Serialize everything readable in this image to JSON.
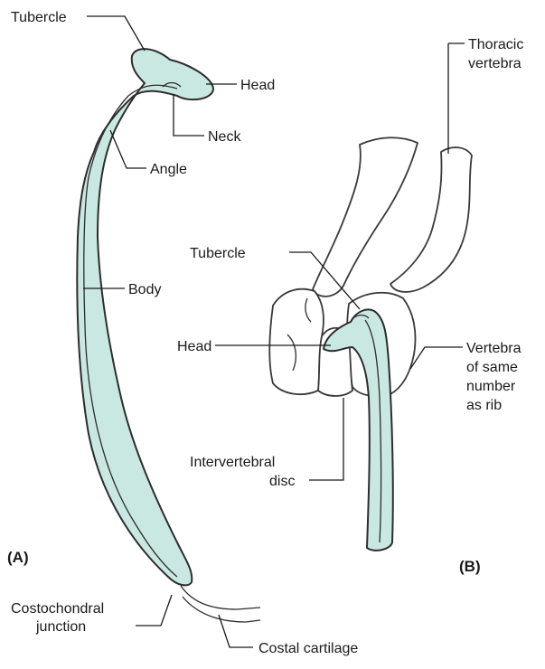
{
  "colors": {
    "bone_fill": "#c9e8e1",
    "outline": "#2d2d2d",
    "text": "#1a1a1a",
    "background": "#ffffff"
  },
  "panels": {
    "a": "(A)",
    "b": "(B)"
  },
  "labels_a": {
    "tubercle": "Tubercle",
    "head": "Head",
    "neck": "Neck",
    "angle": "Angle",
    "body": "Body",
    "costochondral_1": "Costochondral",
    "costochondral_2": "junction",
    "costal_cartilage": "Costal cartilage"
  },
  "labels_b": {
    "thoracic_1": "Thoracic",
    "thoracic_2": "vertebra",
    "tubercle": "Tubercle",
    "head": "Head",
    "vertebra_1": "Vertebra",
    "vertebra_2": "of same",
    "vertebra_3": "number",
    "vertebra_4": "as rib",
    "disc_1": "Intervertebral",
    "disc_2": "disc"
  }
}
